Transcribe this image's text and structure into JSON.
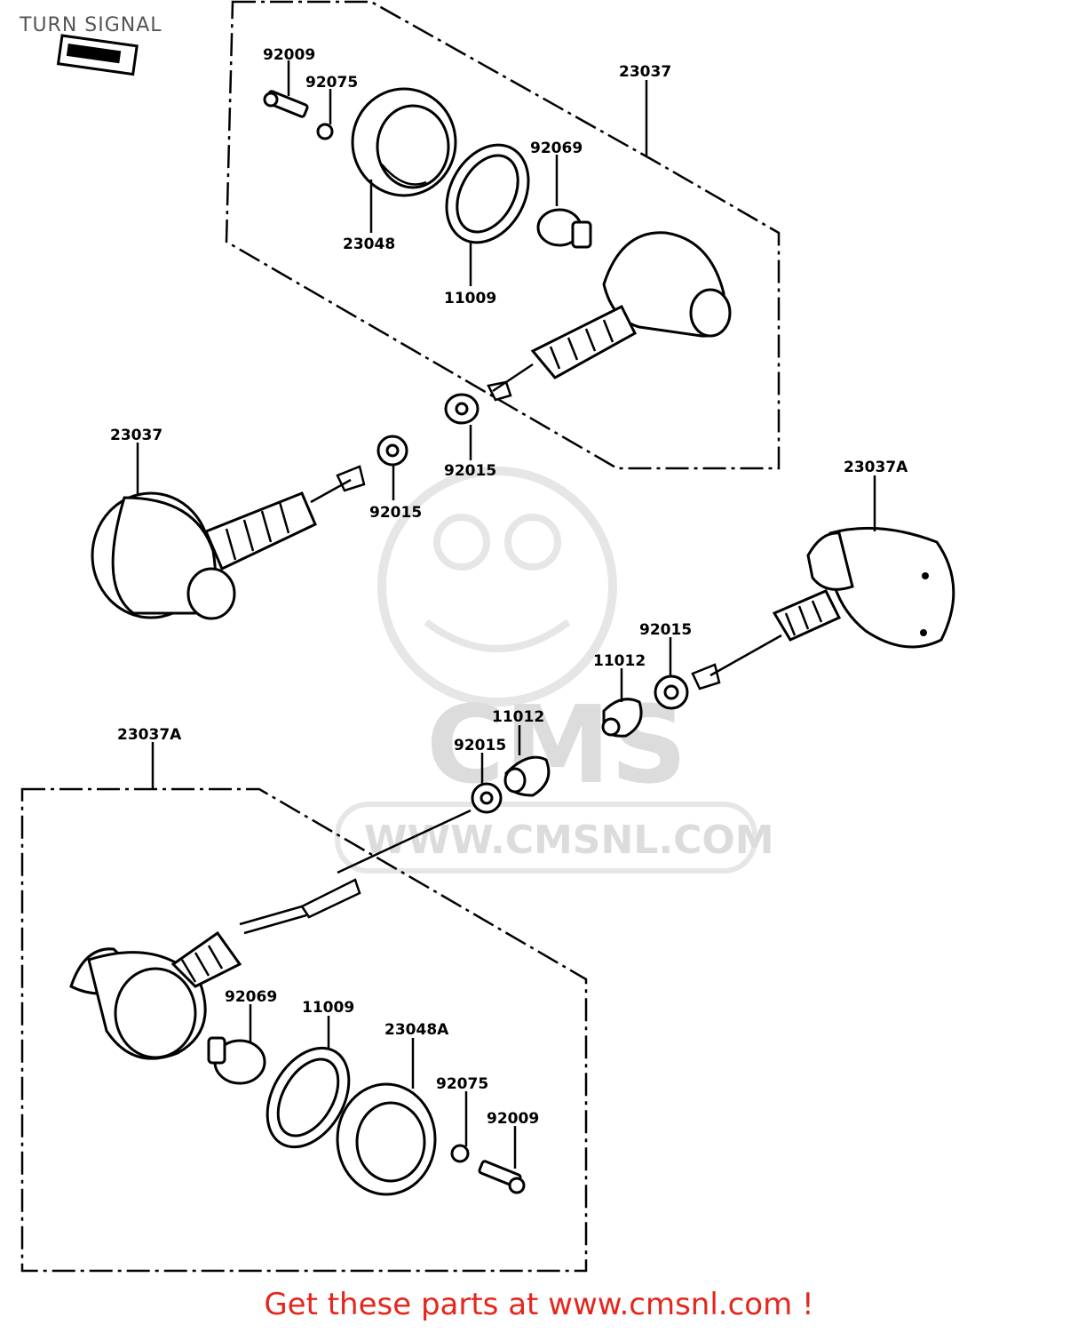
{
  "page": {
    "title": "TURN SIGNAL"
  },
  "footer": {
    "link_text": "Get these parts at www.cmsnl.com !"
  },
  "watermark": {
    "brand": "CMS",
    "url": "WWW.CMSNL.COM"
  },
  "callouts": {
    "c92009_top": "92009",
    "c92075_top": "92075",
    "c23037_top": "23037",
    "c92069_top": "92069",
    "c23048": "23048",
    "c11009_top": "11009",
    "c23037_left": "23037",
    "c92015_left": "92015",
    "c92015_center": "92015",
    "c23037A_right": "23037A",
    "c92015_right": "92015",
    "c11012_upper": "11012",
    "c11012_lower": "11012",
    "c92015_lower": "92015",
    "c23037A_bottom": "23037A",
    "c92069_bottom": "92069",
    "c11009_bottom": "11009",
    "c23048A": "23048A",
    "c92075_bottom": "92075",
    "c92009_bottom": "92009"
  },
  "colors": {
    "footer_link": "#e4261c",
    "watermark": "#dcdcdc",
    "line_art": "#000000"
  }
}
